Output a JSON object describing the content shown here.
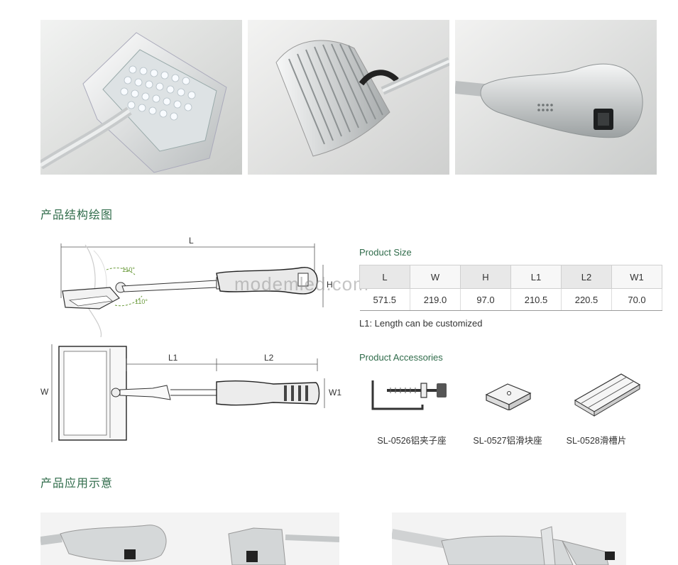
{
  "sections": {
    "drawing_title": "产品结构绘图",
    "application_title": "产品应用示意"
  },
  "drawing_labels": {
    "L": "L",
    "H": "H",
    "L1": "L1",
    "L2": "L2",
    "W": "W",
    "W1": "W1",
    "angle_top": "110°",
    "angle_bottom": "110°"
  },
  "watermark": "modemled.com",
  "product_size": {
    "title": "Product Size",
    "headers": [
      "L",
      "W",
      "H",
      "L1",
      "L2",
      "W1"
    ],
    "values": [
      "571.5",
      "219.0",
      "97.0",
      "210.5",
      "220.5",
      "70.0"
    ],
    "note": "L1: Length can be customized"
  },
  "accessories": {
    "title": "Product Accessories",
    "items": [
      {
        "label": "SL-0526铝夹子座",
        "icon": "clamp-icon"
      },
      {
        "label": "SL-0527铝滑块座",
        "icon": "slider-block-icon"
      },
      {
        "label": "SL-0528滑槽片",
        "icon": "rail-plate-icon"
      }
    ]
  },
  "colors": {
    "heading": "#2f6b4a",
    "table_header": "#e8e8e8"
  }
}
